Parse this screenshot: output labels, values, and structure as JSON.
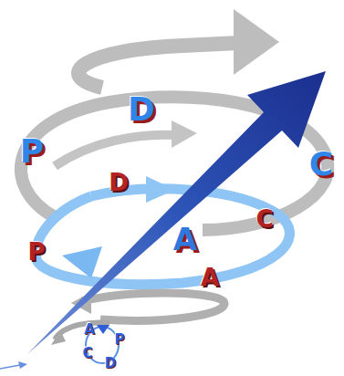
{
  "diagram": {
    "labels": [
      "D",
      "P",
      "C",
      "D",
      "C",
      "A",
      "P",
      "A",
      "A",
      "P",
      "C",
      "D"
    ]
  }
}
